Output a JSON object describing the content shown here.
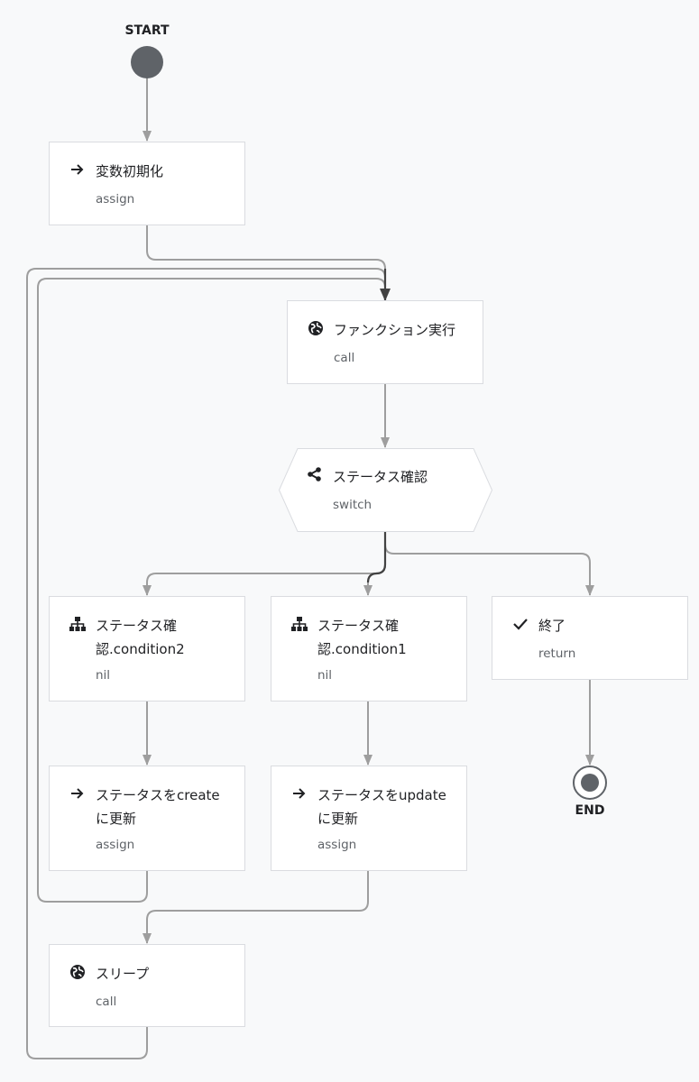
{
  "start_label": "START",
  "end_label": "END",
  "nodes": {
    "init": {
      "title": "変数初期化",
      "type": "assign",
      "icon": "arrow-right-icon"
    },
    "call_func": {
      "title": "ファンクション実行",
      "type": "call",
      "icon": "globe-icon"
    },
    "check_status": {
      "title": "ステータス確認",
      "type": "switch",
      "icon": "share-icon"
    },
    "cond2": {
      "title": "ステータス確認.condition2",
      "type": "nil",
      "icon": "sitemap-icon"
    },
    "cond1": {
      "title": "ステータス確認.condition1",
      "type": "nil",
      "icon": "sitemap-icon"
    },
    "finish": {
      "title": "終了",
      "type": "return",
      "icon": "check-icon"
    },
    "set_create": {
      "title": "ステータスをcreateに更新",
      "type": "assign",
      "icon": "arrow-right-icon"
    },
    "set_update": {
      "title": "ステータスをupdateに更新",
      "type": "assign",
      "icon": "arrow-right-icon"
    },
    "sleep": {
      "title": "スリープ",
      "type": "call",
      "icon": "globe-icon"
    }
  },
  "colors": {
    "edge": "#9e9e9e",
    "edge_active": "#424242",
    "node_border": "#dadce0",
    "terminal": "#5f6368"
  }
}
